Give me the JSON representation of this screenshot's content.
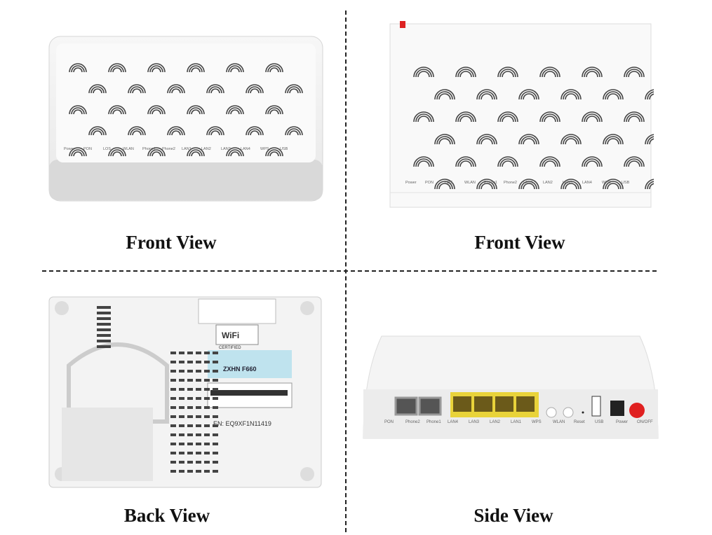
{
  "captions": {
    "front_view_1": "Front View",
    "front_view_2": "Front View",
    "back_view": "Back View",
    "side_view": "Side View"
  },
  "front_panel_labels": [
    "Power",
    "PON",
    "LOS",
    "WLAN",
    "Phone1",
    "Phone2",
    "LAN1",
    "LAN2",
    "LAN3",
    "LAN4",
    "WPS",
    "USB"
  ],
  "side_panel_labels": [
    "PON",
    "Phone2",
    "Phone1",
    "LAN4",
    "LAN3",
    "LAN2",
    "LAN1",
    "WPS",
    "WLAN",
    "Reset",
    "USB",
    "Power",
    "ON/OFF"
  ],
  "back_sticker": {
    "wifi": "WiFi",
    "certified": "CERTIFIED",
    "model": "ZXHN F660",
    "serial": "EN: EQ9XF1N11419"
  },
  "colors": {
    "device": "#f2f2f2",
    "lan_ports": "#e9d33a",
    "power_button": "#e02020",
    "background": "#ffffff"
  }
}
